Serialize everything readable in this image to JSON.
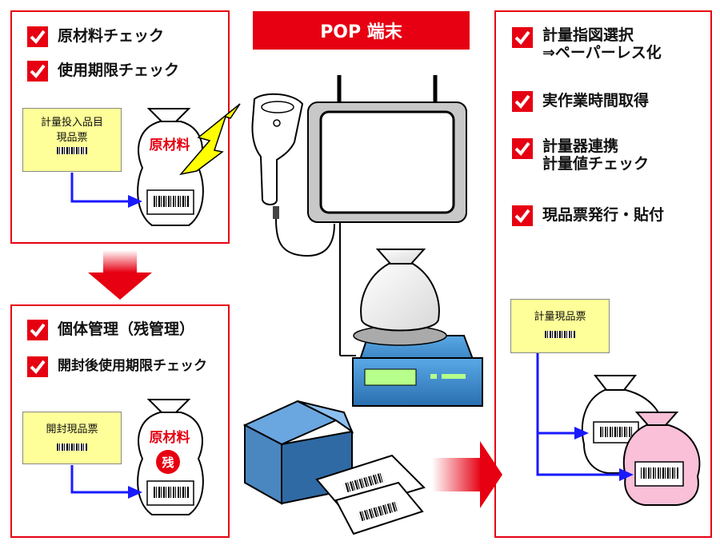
{
  "header": {
    "title": "POP 端末"
  },
  "top_left": {
    "checks": [
      "原材料チェック",
      "使用期限チェック"
    ],
    "ticket_lines": [
      "計量投入品目",
      "現品票"
    ],
    "bag_label": "原材料"
  },
  "bottom_left": {
    "checks": [
      "個体管理（残管理）",
      "開封後使用期限チェック"
    ],
    "ticket_lines": [
      "開封現品票"
    ],
    "bag_label": "原材料",
    "remain_badge": "残"
  },
  "right": {
    "checks": [
      [
        "計量指図選択",
        "⇒ペーパーレス化"
      ],
      [
        "実作業時間取得"
      ],
      [
        "計量器連携",
        "計量値チェック"
      ],
      [
        "現品票発行・貼付"
      ]
    ],
    "ticket_label": "計量現品票"
  },
  "colors": {
    "accent": "#e60012",
    "ticket": "#ffff99",
    "arrow_blue": "#1a1aff",
    "bag_pink": "#f9c0d8"
  },
  "icons": [
    "checkmark-icon",
    "barcode-scanner-icon",
    "tablet-terminal-icon",
    "weighing-scale-icon",
    "printer-icon",
    "bag-icon"
  ]
}
